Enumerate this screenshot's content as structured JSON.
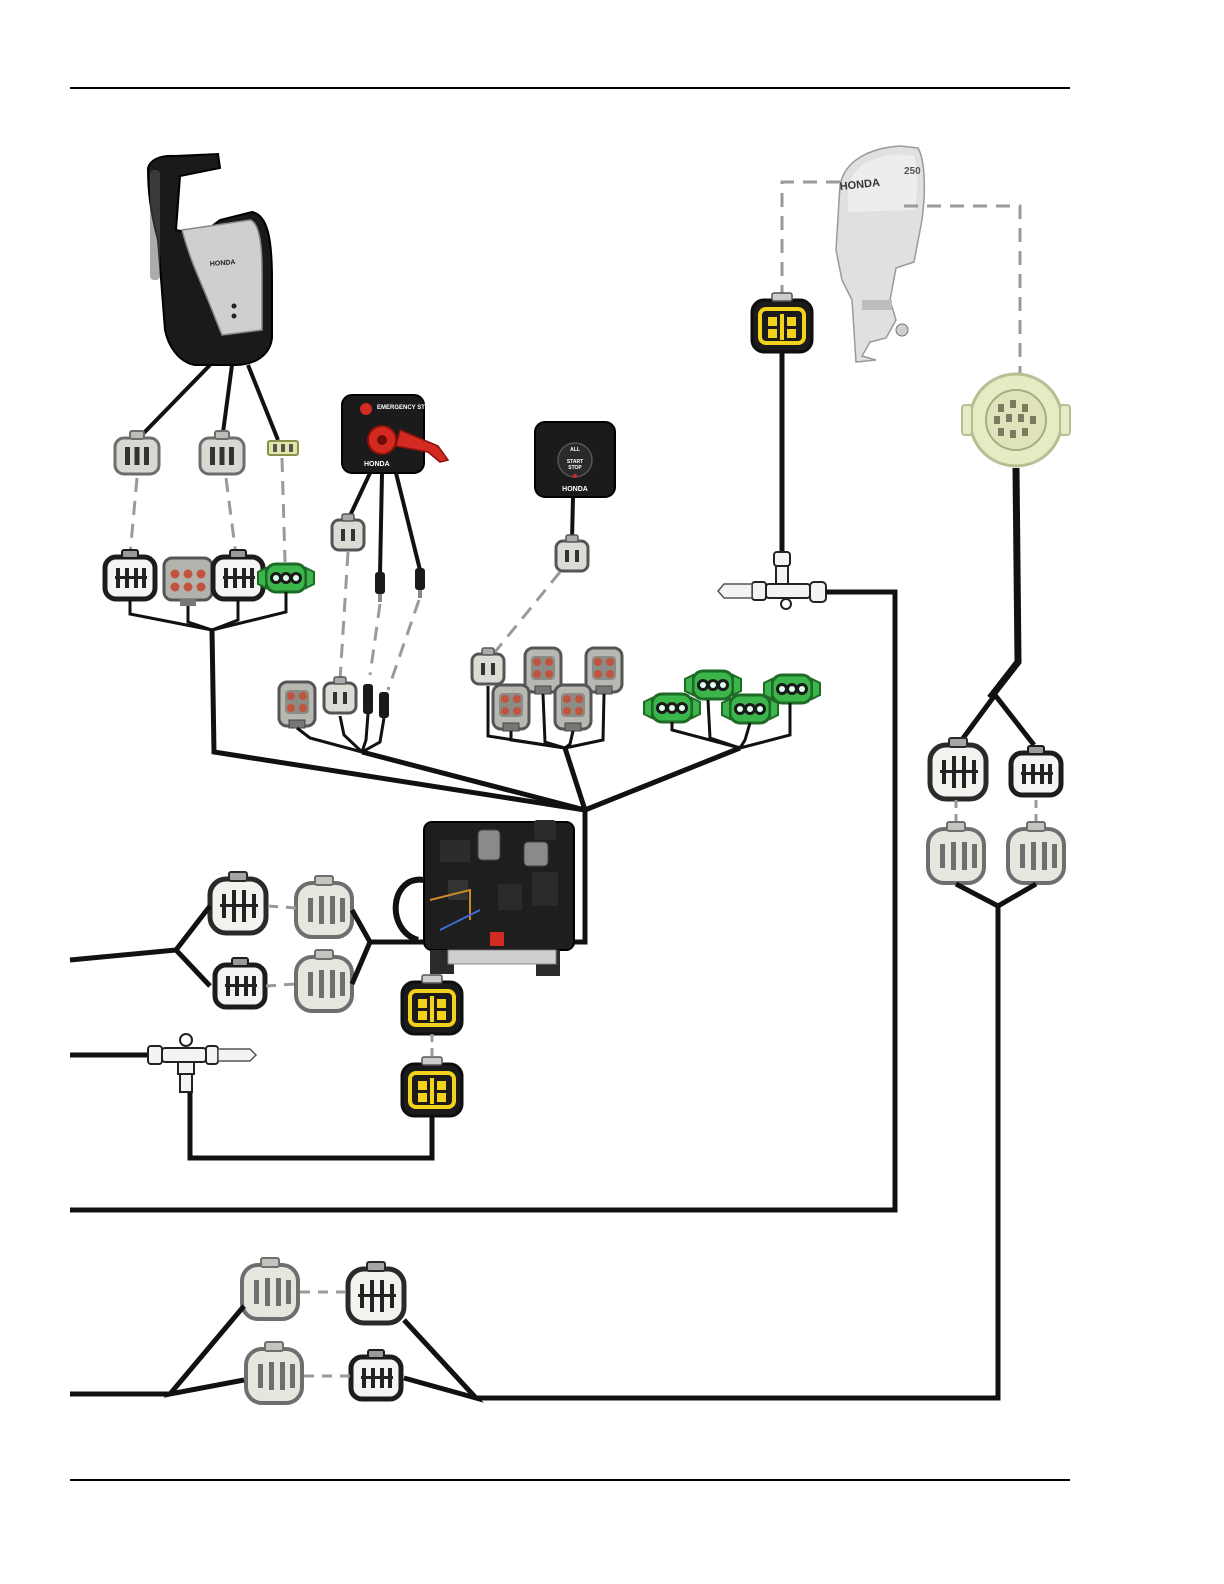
{
  "remote_control": {
    "brand": "HONDA"
  },
  "emergency_stop_panel": {
    "title": "EMERGENCY STOP",
    "brand": "HONDA"
  },
  "start_stop_panel": {
    "line1": "ALL",
    "line2": "START",
    "line3": "STOP",
    "brand": "HONDA"
  },
  "outboard_engine": {
    "brand": "HONDA",
    "model_badge": "250"
  },
  "colors": {
    "harness": "#111111",
    "dashed_link": "#999999",
    "connector_gray": "#d8d8d2",
    "connector_black": "#1c1c1c",
    "connector_yellow": "#f2d21a",
    "connector_green": "#3cb54a",
    "connector_cream": "#e7ebc4",
    "rule": "#000000"
  }
}
